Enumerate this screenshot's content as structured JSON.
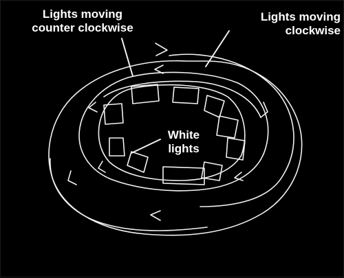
{
  "labels": {
    "counter_clockwise": {
      "line1": "Lights moving",
      "line2": "counter clockwise"
    },
    "clockwise": {
      "line1": "Lights moving",
      "line2": "clockwise"
    },
    "white": {
      "line1": "White",
      "line2": "lights"
    }
  },
  "colors": {
    "background": "#000000",
    "ink": "#ffffff"
  }
}
